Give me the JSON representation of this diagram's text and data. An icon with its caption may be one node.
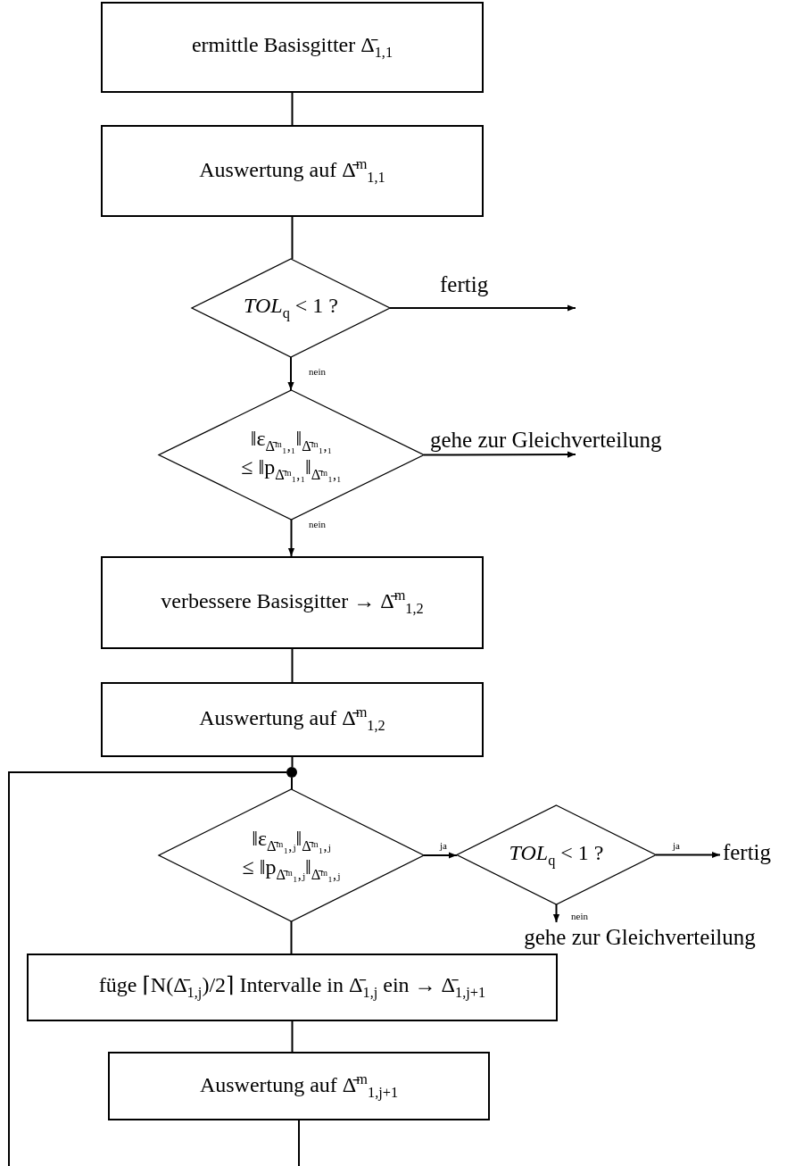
{
  "diagram": {
    "nodes": [
      {
        "text": [
          "ermittle Basisgitter Δ̄$_{1,1}$"
        ]
      },
      {
        "text": [
          "Auswertung auf Δ̄$^{m}$$_{1,1}$"
        ]
      },
      {
        "text": [
          "*TOL*$_{q}$ < 1 ?"
        ]
      },
      {
        "text": [
          "‖ε$_{Δ̄ᵐ₁,₁}$‖$_{Δ̄ᵐ₁,₁}$",
          "≤ ‖p$_{Δ̄ᵐ₁,₁}$‖$_{Δ̄ᵐ₁,₁}$"
        ]
      },
      {
        "text": [
          "verbessere Basisgitter → Δ̄$^{m}$$_{1,2}$"
        ]
      },
      {
        "text": [
          "Auswertung auf Δ̄$^{m}$$_{1,2}$"
        ]
      },
      {
        "text": [],
        "shape": "circle"
      },
      {
        "text": [
          "‖ε$_{Δ̄ᵐ₁,ⱼ}$‖$_{Δ̄ᵐ₁,ⱼ}$",
          "≤ ‖p$_{Δ̄ᵐ₁,ⱼ}$‖$_{Δ̄ᵐ₁,ⱼ}$"
        ]
      },
      {
        "text": [
          "*TOL*$_{q}$ < 1 ?"
        ]
      },
      {
        "text": [
          "fertig"
        ]
      },
      {
        "text": [
          "gehe zur Gleichverteilung"
        ]
      },
      {
        "text": [
          "füge ⌈N(Δ̄$_{1,j}$)/2⌉ Intervalle in Δ̄$_{1,j}$ ein → Δ̄$_{1,j+1}$"
        ]
      },
      {
        "text": [
          "Auswertung auf Δ̄$^{m}$$_{1,j+1}$"
        ]
      }
    ],
    "edges": [
      {
        "from": 0,
        "to": 1,
        "arrow": "none"
      },
      {
        "from": 1,
        "to": 2,
        "arrow": "none"
      },
      {
        "from": 2,
        "to": null,
        "arrow": "to",
        "label": "fertig"
      },
      {
        "from": 2,
        "to": 3,
        "arrow": "to",
        "label": "nein"
      },
      {
        "from": 3,
        "to": null,
        "arrow": "to",
        "label": "gehe zur Gleichverteilung"
      },
      {
        "from": 3,
        "to": 4,
        "arrow": "to",
        "label": "nein"
      },
      {
        "from": 4,
        "to": 5,
        "arrow": "none"
      },
      {
        "from": 5,
        "to": 6,
        "arrow": "none"
      },
      {
        "from": 6,
        "to": 7,
        "arrow": "none"
      },
      {
        "from": 7,
        "to": 8,
        "arrow": "to",
        "label": "ja"
      },
      {
        "from": 8,
        "to": 9,
        "arrow": "to",
        "label": "ja"
      },
      {
        "from": 8,
        "to": 10,
        "arrow": "to",
        "label": "nein"
      },
      {
        "from": 7,
        "to": 11,
        "arrow": "none"
      },
      {
        "from": 11,
        "to": 12,
        "arrow": "none"
      },
      {
        "from": 12,
        "to": null,
        "arrow": "none"
      },
      {
        "from": null,
        "to": 6,
        "arrow": "none"
      }
    ]
  }
}
